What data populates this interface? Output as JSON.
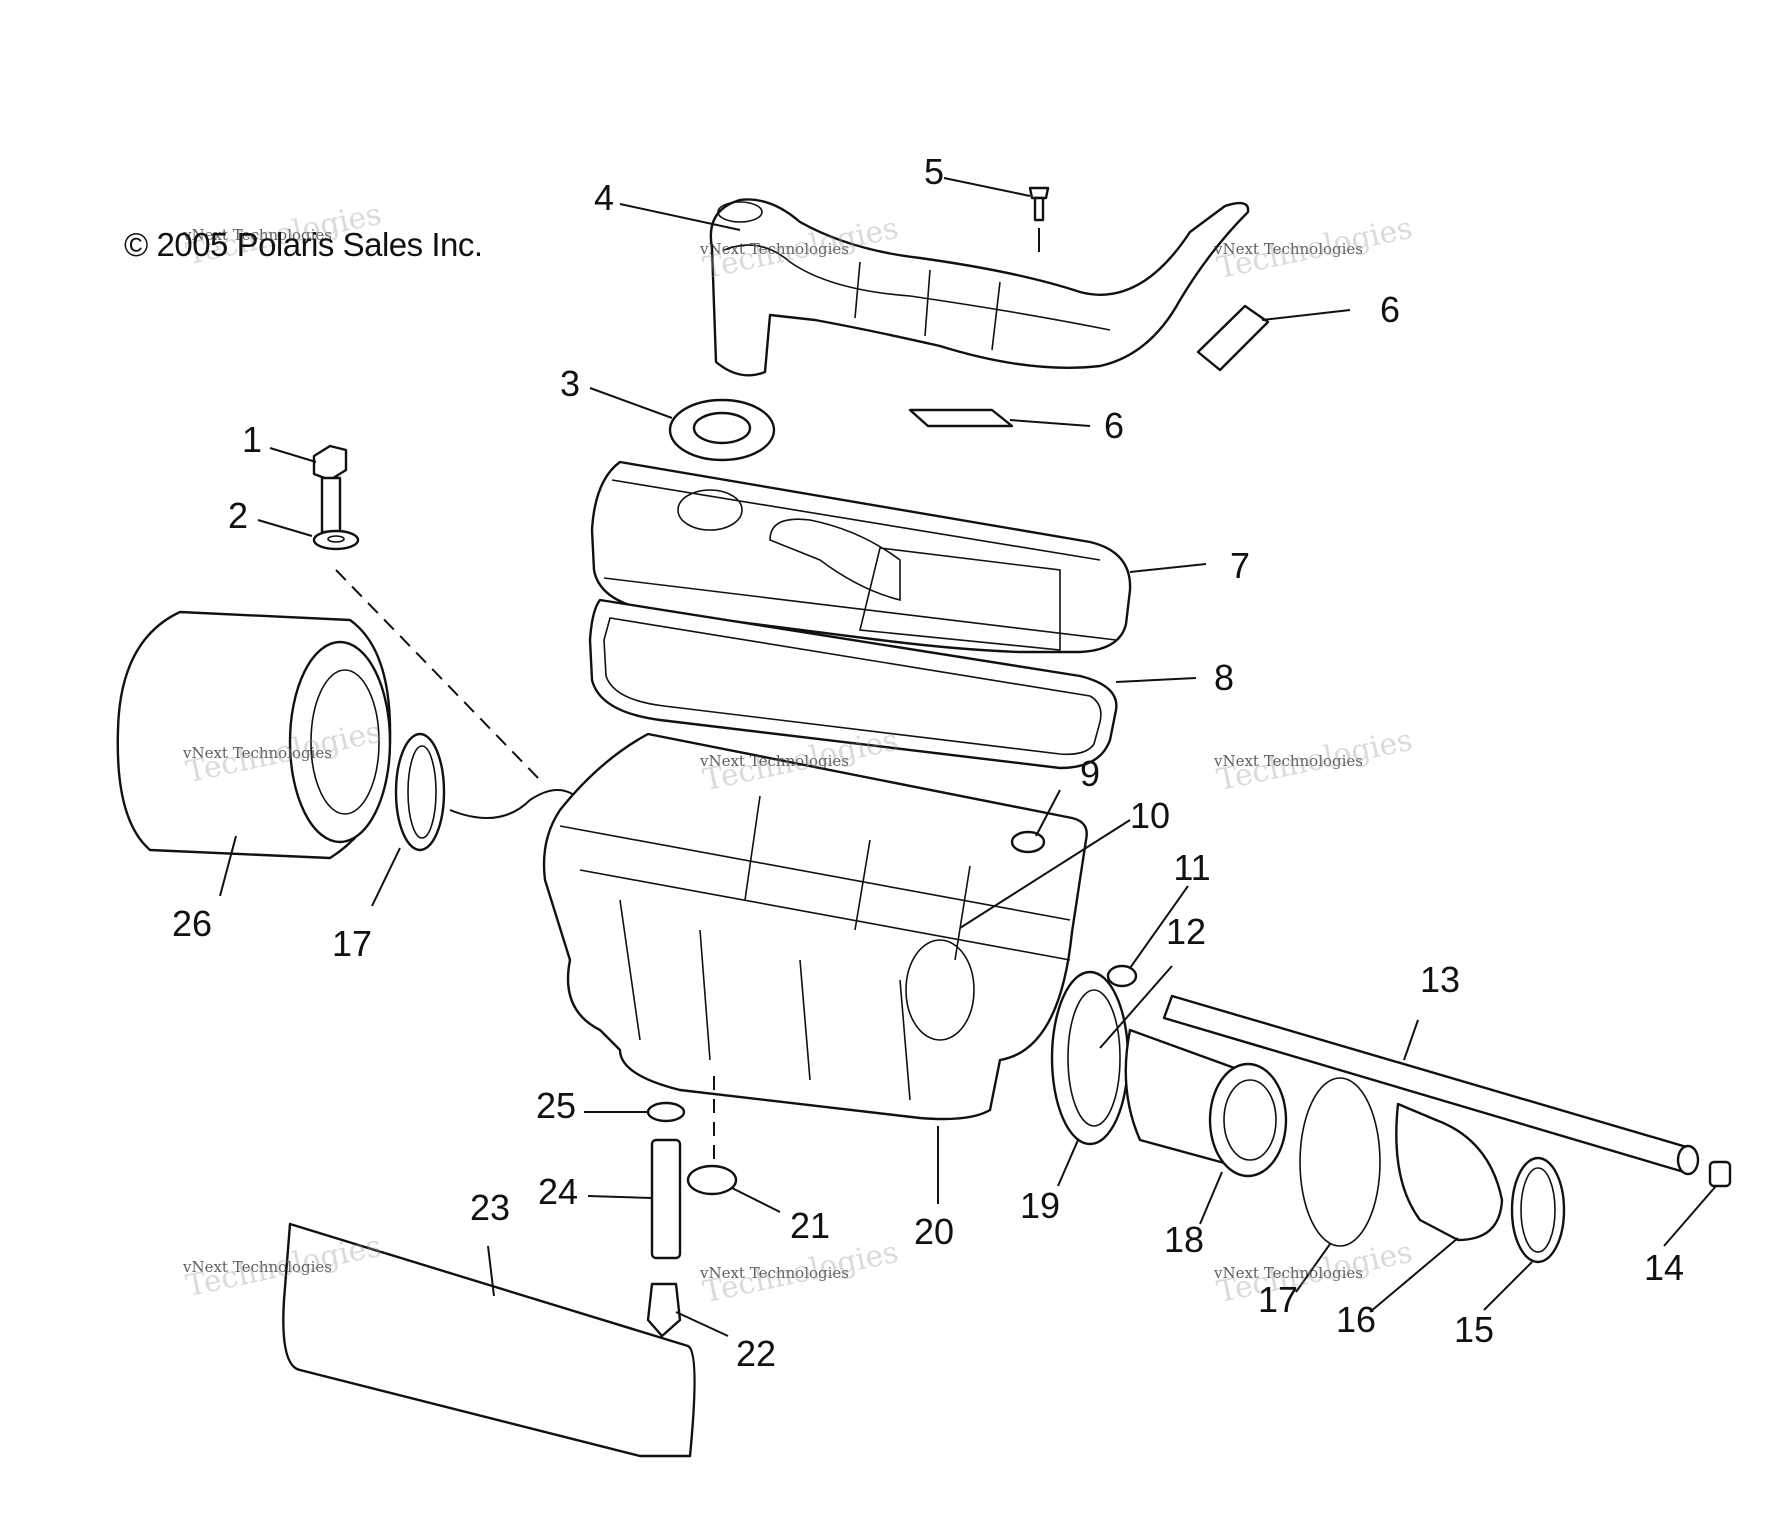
{
  "copyright": "© 2005 Polaris Sales Inc.",
  "watermark": {
    "line1": "vNext Technologies",
    "line2": "Technologies"
  },
  "callouts": [
    {
      "id": "c1",
      "text": "1"
    },
    {
      "id": "c2",
      "text": "2"
    },
    {
      "id": "c3",
      "text": "3"
    },
    {
      "id": "c4",
      "text": "4"
    },
    {
      "id": "c5",
      "text": "5"
    },
    {
      "id": "c6a",
      "text": "6"
    },
    {
      "id": "c6b",
      "text": "6"
    },
    {
      "id": "c7",
      "text": "7"
    },
    {
      "id": "c8",
      "text": "8"
    },
    {
      "id": "c9",
      "text": "9"
    },
    {
      "id": "c10",
      "text": "10"
    },
    {
      "id": "c11",
      "text": "11"
    },
    {
      "id": "c12",
      "text": "12"
    },
    {
      "id": "c13",
      "text": "13"
    },
    {
      "id": "c14",
      "text": "14"
    },
    {
      "id": "c15",
      "text": "15"
    },
    {
      "id": "c16",
      "text": "16"
    },
    {
      "id": "c17a",
      "text": "17"
    },
    {
      "id": "c17b",
      "text": "17"
    },
    {
      "id": "c18",
      "text": "18"
    },
    {
      "id": "c19",
      "text": "19"
    },
    {
      "id": "c20",
      "text": "20"
    },
    {
      "id": "c21",
      "text": "21"
    },
    {
      "id": "c22",
      "text": "22"
    },
    {
      "id": "c23",
      "text": "23"
    },
    {
      "id": "c24",
      "text": "24"
    },
    {
      "id": "c25",
      "text": "25"
    },
    {
      "id": "c26",
      "text": "26"
    }
  ]
}
